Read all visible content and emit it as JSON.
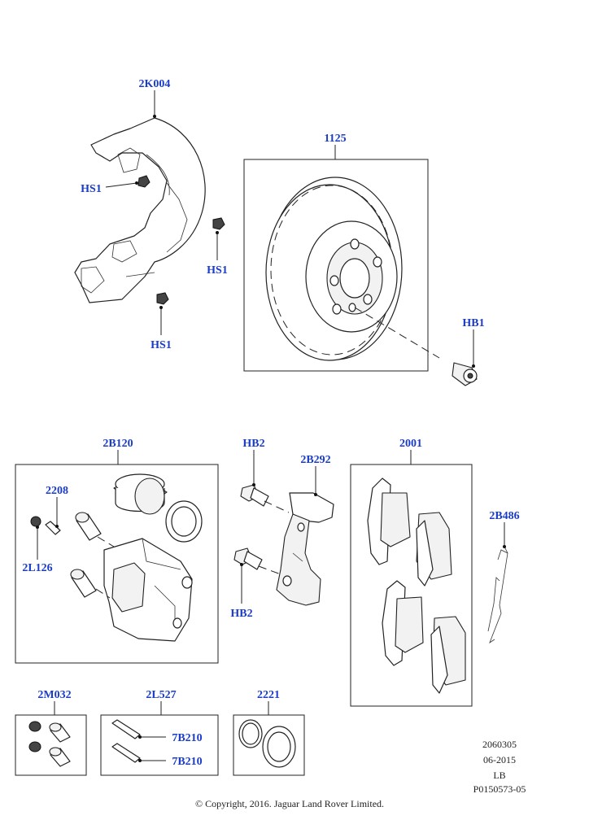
{
  "callouts": {
    "shield": "2K004",
    "disc": "1125",
    "shield_screw_1": "HS1",
    "shield_screw_2": "HS1",
    "shield_screw_3": "HS1",
    "hub_bolt": "HB1",
    "caliper_assembly": "2B120",
    "bleed_cap": "2208",
    "bleed_screw": "2L126",
    "carrier_bolt_top": "HB2",
    "carrier_bolt_bottom": "HB2",
    "carrier": "2B292",
    "pad_set": "2001",
    "clip": "2B486",
    "seal_kit": "2M032",
    "pin_kit": "2L527",
    "pin_bolt_1": "7B210",
    "pin_bolt_2": "7B210",
    "piston_seal": "2221"
  },
  "meta": {
    "line1": "2060305",
    "line2": "06-2015",
    "line3": "LB",
    "line4": "P0150573-05"
  },
  "copyright": "© Copyright, 2016. Jaguar Land Rover Limited."
}
